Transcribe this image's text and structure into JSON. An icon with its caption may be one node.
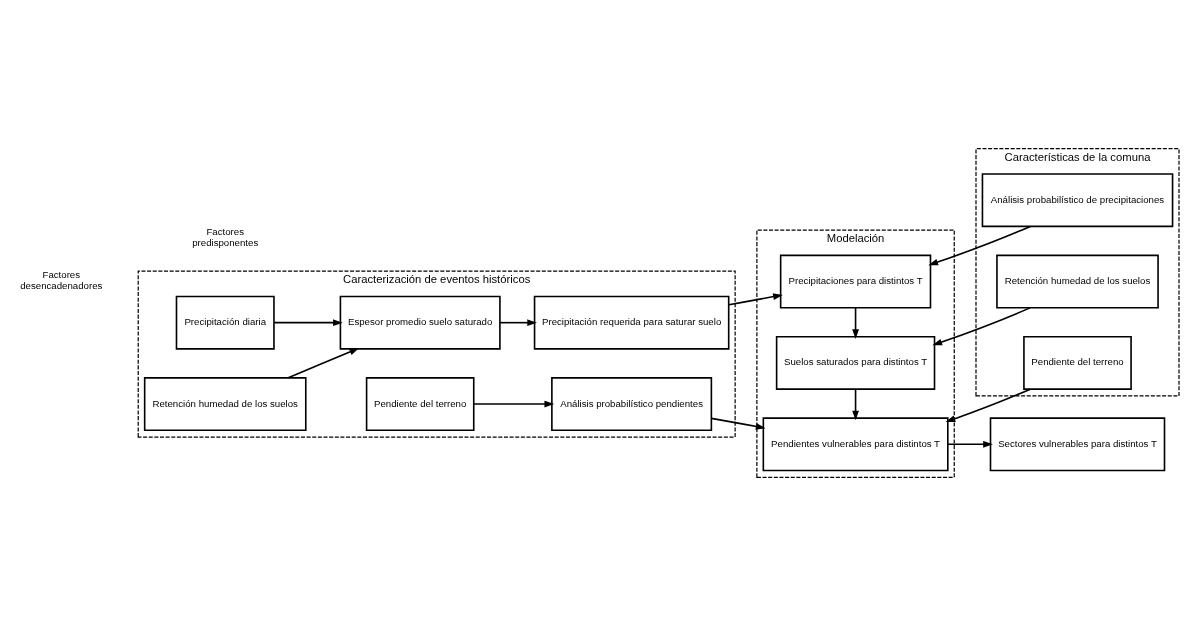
{
  "diagram": {
    "nodes": [
      {
        "text": [
          "Caracterización de eventos históricos"
        ]
      },
      {
        "text": [
          "Precipitación diaria"
        ],
        "in": 0
      },
      {
        "text": [
          "Espesor promedio suelo saturado"
        ],
        "in": 0
      },
      {
        "text": [
          "Precipitación requerida para saturar suelo"
        ],
        "in": 0
      },
      {
        "text": [
          "Retención humedad de los suelos"
        ],
        "in": 0
      },
      {
        "text": [
          "Pendiente del terreno"
        ],
        "in": 0
      },
      {
        "text": [
          "Análisis probabilístico pendientes"
        ],
        "in": 0
      },
      {
        "text": [
          "Modelación"
        ]
      },
      {
        "text": [
          "Precipitaciones para distintos T"
        ],
        "in": 7
      },
      {
        "text": [
          "Suelos saturados para distintos T"
        ],
        "in": 7
      },
      {
        "text": [
          "Pendientes vulnerables para distintos T"
        ],
        "in": 7
      },
      {
        "text": [
          "Características de la comuna"
        ]
      },
      {
        "text": [
          "Análisis probabilístico de precipitaciones"
        ],
        "in": 11
      },
      {
        "text": [
          "Retención humedad de los suelos"
        ],
        "in": 11
      },
      {
        "text": [
          "Pendiente del terreno"
        ],
        "in": 11
      },
      {
        "text": [
          "Sectores vulnerables para distintos T"
        ]
      }
    ],
    "edges": [
      {
        "from": 1,
        "to": 2,
        "arrow": "to"
      },
      {
        "from": 4,
        "to": 2,
        "arrow": "to"
      },
      {
        "from": 2,
        "to": 3,
        "arrow": "to"
      },
      {
        "from": 3,
        "to": 8,
        "arrow": "to"
      },
      {
        "from": 12,
        "to": 8,
        "arrow": "to"
      },
      {
        "from": 8,
        "to": 9,
        "arrow": "to"
      },
      {
        "from": 13,
        "to": 9,
        "arrow": "to"
      },
      {
        "from": 9,
        "to": 10,
        "arrow": "to"
      },
      {
        "from": 5,
        "to": 6,
        "arrow": "to"
      },
      {
        "from": 6,
        "to": 10,
        "arrow": "to"
      },
      {
        "from": 14,
        "to": 10,
        "arrow": "to"
      },
      {
        "from": 10,
        "to": 15,
        "arrow": "to"
      }
    ],
    "labels": [
      "Factores desencadenadores",
      "Factores predisponentes"
    ]
  }
}
